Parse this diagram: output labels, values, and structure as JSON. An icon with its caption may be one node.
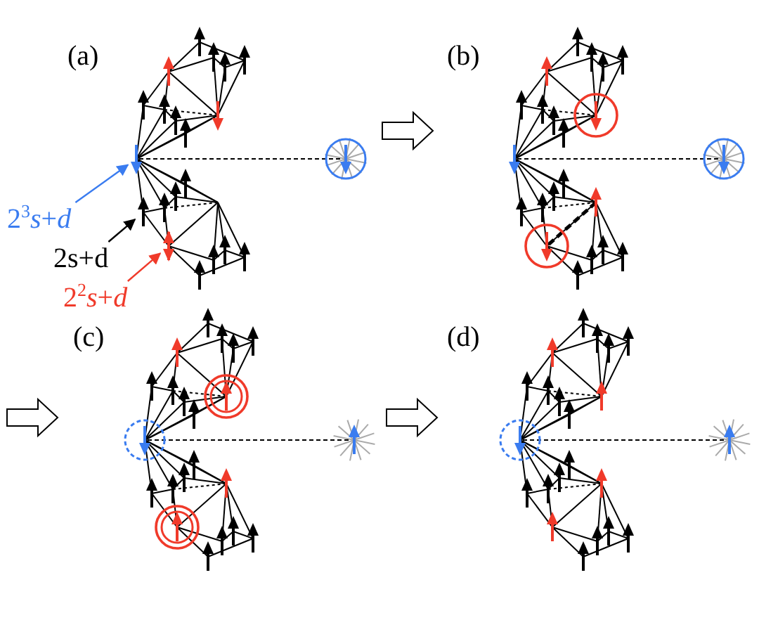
{
  "diagram": {
    "nodes": [
      {
        "text": [
          "2$^{3}$*s*+*d*"
        ]
      },
      {
        "text": [
          "2s+d"
        ]
      },
      {
        "text": [
          "2$^{2}$*s*+*d*"
        ]
      },
      {
        "text": [],
        "shape": "arrow"
      },
      {
        "text": [],
        "shape": "arrow"
      },
      {
        "text": [],
        "shape": "arrow"
      }
    ],
    "edges": [
      {
        "from": 0,
        "to": 3,
        "arrow": "to",
        "color": "#3a7cf0"
      },
      {
        "from": 1,
        "to": 4,
        "arrow": "to",
        "color": "#000000"
      },
      {
        "from": 2,
        "to": 5,
        "arrow": "to",
        "color": "#f03a2a"
      }
    ],
    "labels": [
      "(a)",
      "(b)",
      "(c)",
      "(d)"
    ]
  }
}
